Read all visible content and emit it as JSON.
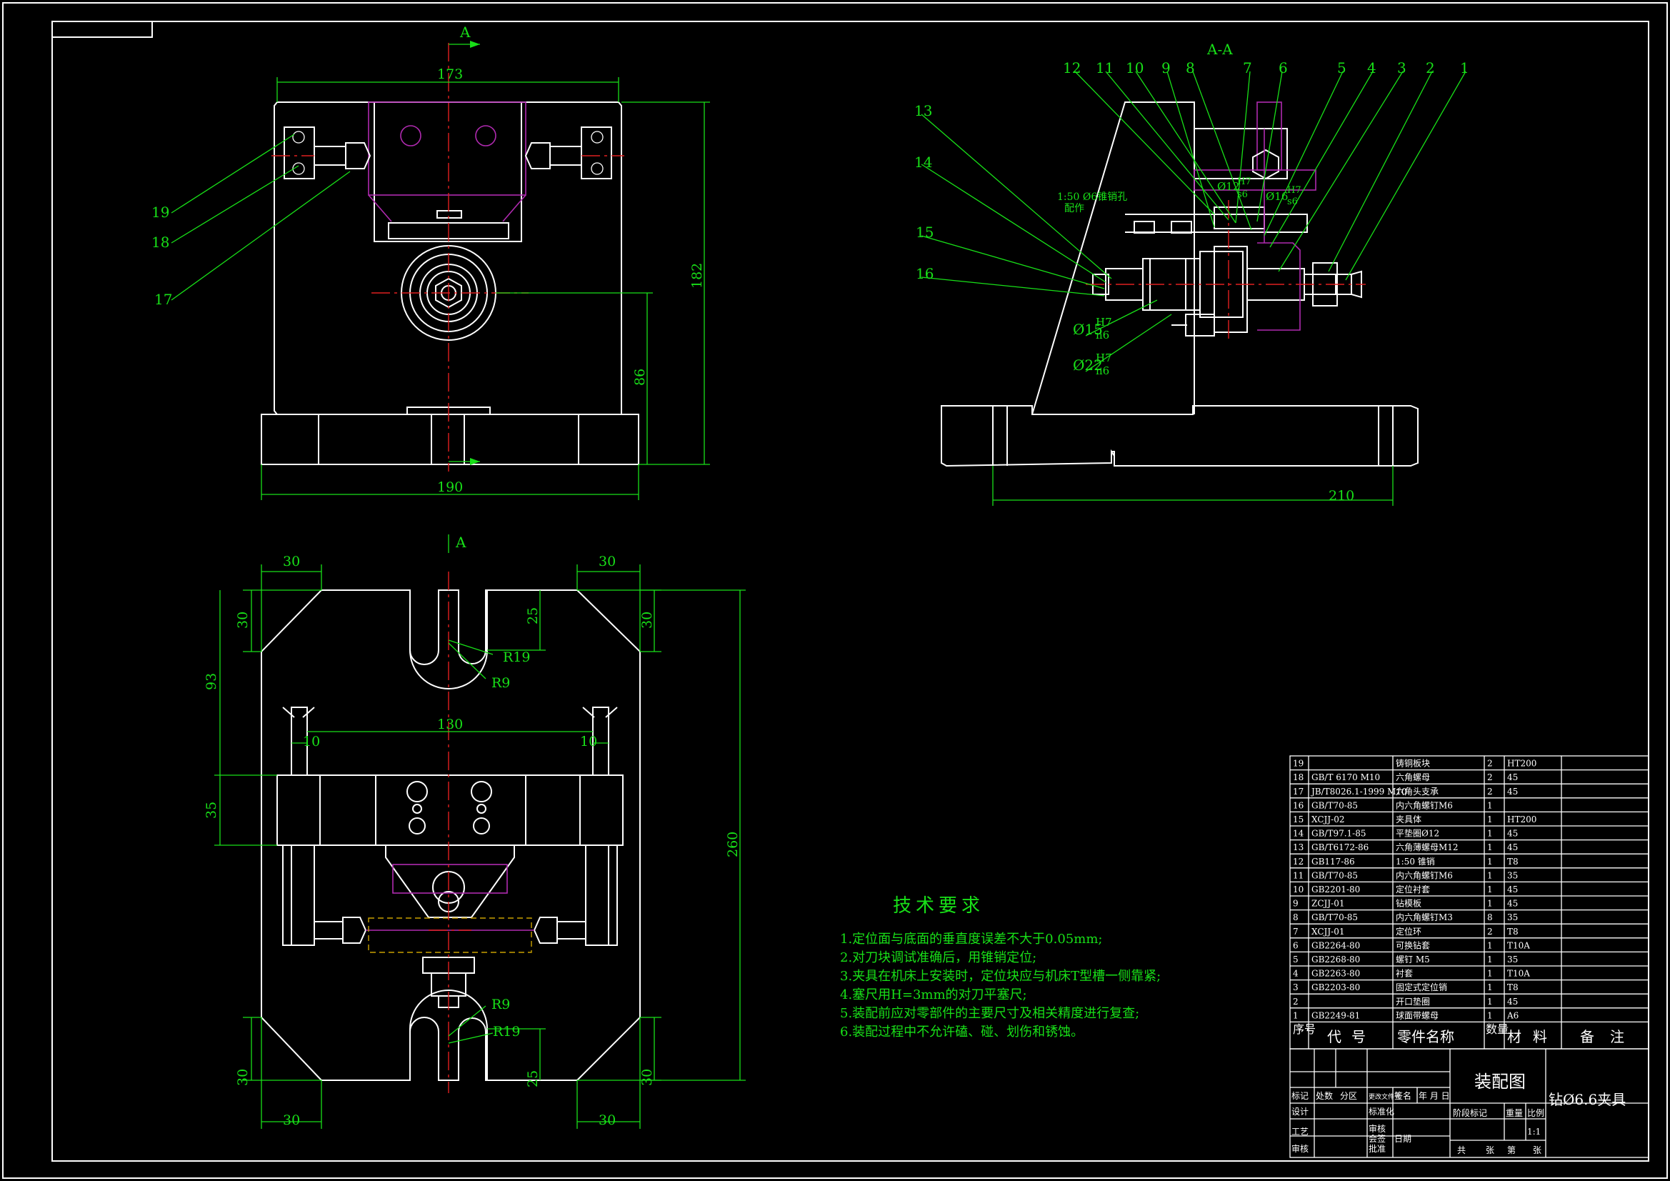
{
  "view_top": {
    "section_mark": "A",
    "dims": {
      "width_top": "173",
      "width_base": "190",
      "height_total": "182",
      "height_axis": "86"
    },
    "balloons": [
      "19",
      "18",
      "17"
    ]
  },
  "view_section": {
    "title": "A-A",
    "balloons": [
      "12",
      "11",
      "10",
      "9",
      "8",
      "7",
      "6",
      "5",
      "4",
      "3",
      "2",
      "1",
      "13",
      "14",
      "15",
      "16"
    ],
    "dims": {
      "length": "210"
    },
    "notes": {
      "taper_pin": "1:50 Ø6锥销孔",
      "taper_pin_2": "配作",
      "fit_d12": "Ø12",
      "fit_d12_h": "H7",
      "fit_d12_s": "s6",
      "fit_d16": "Ø16",
      "fit_d16_h": "H7",
      "fit_d16_s": "s6",
      "fit_d15": "Ø15",
      "fit_d15_h": "H7",
      "fit_d15_n": "n6",
      "fit_d22": "Ø22",
      "fit_d22_h": "H7",
      "fit_d22_n": "n6"
    }
  },
  "view_plan": {
    "section_mark": "A",
    "dims": {
      "c30_tl": "30",
      "c30_tr": "30",
      "c30_bl": "30",
      "c30_br": "30",
      "v30_tl": "30",
      "v30_tr": "30",
      "v30_bl": "30",
      "v30_br": "30",
      "slot_25_top": "25",
      "slot_25_bot": "25",
      "r19_top": "R19",
      "r9_top": "R9",
      "r9_bot": "R9",
      "r19_bot": "R19",
      "h93": "93",
      "h35": "35",
      "h260": "260",
      "w130": "130",
      "w10_l": "10",
      "w10_r": "10"
    }
  },
  "tech": {
    "title": "技术要求",
    "items": [
      "1.定位面与底面的垂直度误差不大于0.05mm;",
      "2.对刀块调试准确后，用锥销定位;",
      "3.夹具在机床上安装时，定位块应与机床T型槽一侧靠紧;",
      "4.塞尺用H=3mm的对刀平塞尺;",
      "5.装配前应对零部件的主要尺寸及相关精度进行复查;",
      "6.装配过程中不允许磕、碰、划伤和锈蚀。"
    ]
  },
  "bom": {
    "rows": [
      [
        "19",
        "",
        "铸铜板块",
        "2",
        "HT200"
      ],
      [
        "18",
        "GB/T 6170 M10",
        "六角螺母",
        "2",
        "45"
      ],
      [
        "17",
        "JB/T8026.1-1999 M10",
        "六角头支承",
        "2",
        "45"
      ],
      [
        "16",
        "GB/T70-85",
        "内六角螺钉M6",
        "1",
        ""
      ],
      [
        "15",
        "XCJJ-02",
        "夹具体",
        "1",
        "HT200"
      ],
      [
        "14",
        "GB/T97.1-85",
        "平垫圈Ø12",
        "1",
        "45"
      ],
      [
        "13",
        "GB/T6172-86",
        "六角薄螺母M12",
        "1",
        "45"
      ],
      [
        "12",
        "GB117-86",
        "1:50 锥销",
        "1",
        "T8"
      ],
      [
        "11",
        "GB/T70-85",
        "内六角螺钉M6",
        "1",
        "35"
      ],
      [
        "10",
        "GB2201-80",
        "定位衬套",
        "1",
        "45"
      ],
      [
        "9",
        "ZCJJ-01",
        "钻模板",
        "1",
        "45"
      ],
      [
        "8",
        "GB/T70-85",
        "内六角螺钉M3",
        "8",
        "35"
      ],
      [
        "7",
        "XCJJ-01",
        "定位环",
        "2",
        "T8"
      ],
      [
        "6",
        "GB2264-80",
        "可换钻套",
        "1",
        "T10A"
      ],
      [
        "5",
        "GB2268-80",
        "螺钉 M5",
        "1",
        "35"
      ],
      [
        "4",
        "GB2263-80",
        "衬套",
        "1",
        "T10A"
      ],
      [
        "3",
        "GB2203-80",
        "固定式定位销",
        "1",
        "T8"
      ],
      [
        "2",
        "",
        "开口垫圈",
        "1",
        "45"
      ],
      [
        "1",
        "GB2249-81",
        "球面带螺母",
        "1",
        "A6"
      ]
    ],
    "header": {
      "no": "序号",
      "code": "代号",
      "name": "零件名称",
      "qty": "数量",
      "material": "材料",
      "remark": "备注"
    }
  },
  "title_block": {
    "drawing_name": "装配图",
    "part_name": "钻Ø6.6夹具",
    "scale": "1:1",
    "labels": {
      "mark": "标记",
      "place": "处数",
      "zone": "分区",
      "change": "更改文件号",
      "sign": "签名",
      "date": "年 月 日",
      "design": "设计",
      "std": "标准化",
      "review": "审核",
      "process": "工艺",
      "approve": "批准",
      "stage": "阶段标记",
      "weight": "重量",
      "ratio": "比例",
      "total": "共",
      "sheets": "张",
      "sheet": "第",
      "sheet_end": "张",
      "check": "审核",
      "qc": "会签",
      "date2": "日期"
    }
  },
  "colors": {
    "outline": "#ffffff",
    "dimension": "#18e018",
    "centerline": "#e02020",
    "hidden": "#b02ab0"
  }
}
